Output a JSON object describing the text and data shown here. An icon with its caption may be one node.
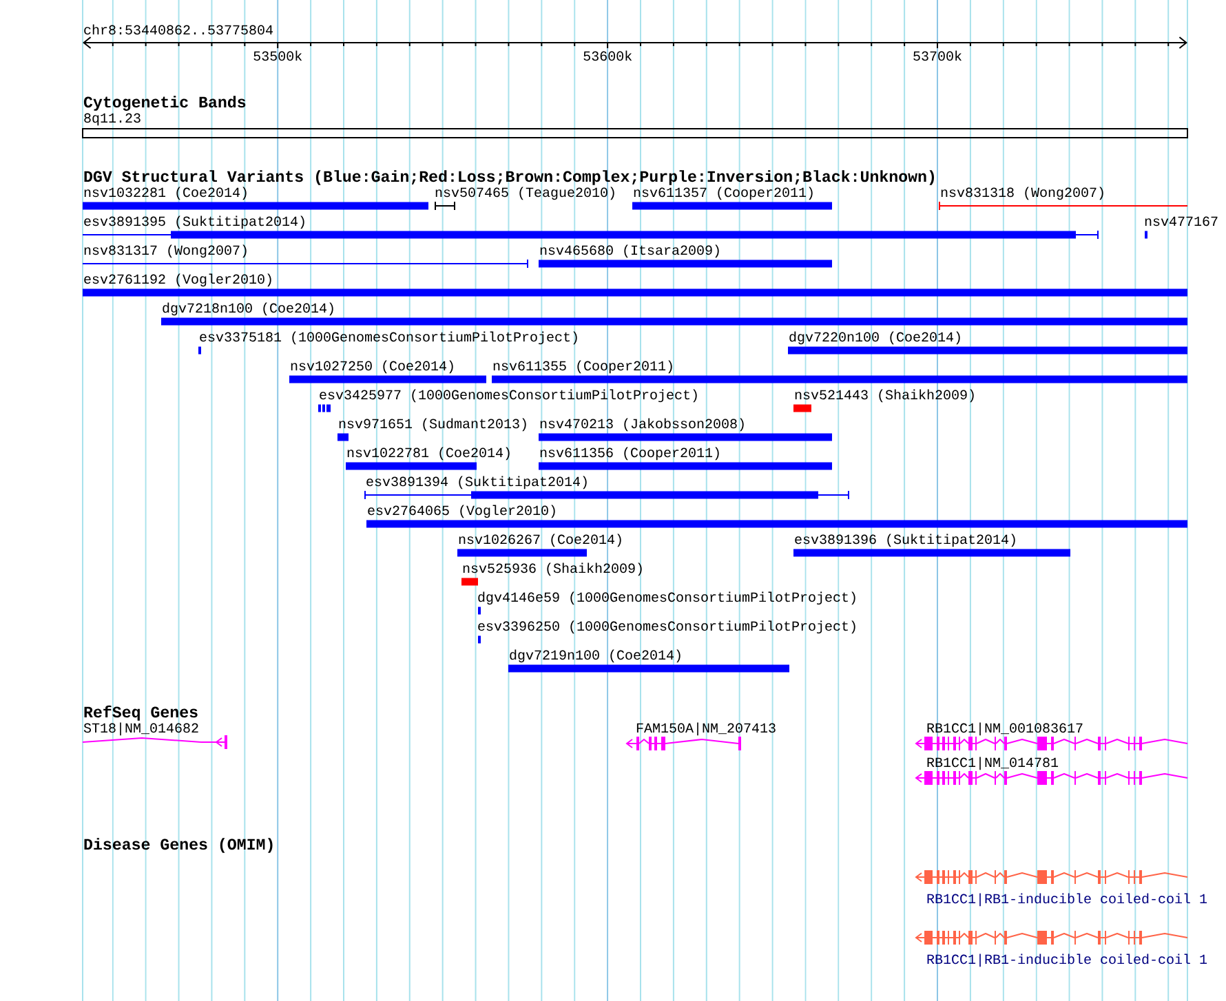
{
  "diagram": {
    "nodes": [
      {
        "text": [
          "8q11.23"
        ]
      },
      {
        "text": [
          "nsv1032281 (Coe2014)"
        ]
      },
      {
        "text": [
          "nsv507465 (Teague2010)"
        ]
      },
      {
        "text": [
          "nsv611357 (Cooper2011)"
        ]
      },
      {
        "text": [
          "nsv831318 (Wong2007)"
        ]
      },
      {
        "text": [
          "esv3891395 (Suktitipat2014)"
        ]
      },
      {
        "text": [
          "nsv477167"
        ]
      },
      {
        "text": [
          "nsv831317 (Wong2007)"
        ]
      },
      {
        "text": [
          "nsv465680 (Itsara2009)"
        ]
      },
      {
        "text": [
          "esv2761192 (Vogler2010)"
        ]
      },
      {
        "text": [
          "dgv7218n100 (Coe2014)"
        ]
      },
      {
        "text": [
          "esv3375181 (1000GenomesConsortiumPilotProject)"
        ]
      },
      {
        "text": [
          "dgv7220n100 (Coe2014)"
        ]
      },
      {
        "text": [
          "nsv1027250 (Coe2014)"
        ]
      },
      {
        "text": [
          "nsv611355 (Cooper2011)"
        ]
      },
      {
        "text": [
          "esv3425977 (1000GenomesConsortiumPilotProject)"
        ]
      },
      {
        "text": [
          "nsv521443 (Shaikh2009)"
        ]
      },
      {
        "text": [
          "nsv971651 (Sudmant2013)"
        ]
      },
      {
        "text": [
          "nsv470213 (Jakobsson2008)"
        ]
      },
      {
        "text": [
          "nsv1022781 (Coe2014)"
        ]
      },
      {
        "text": [
          "nsv611356 (Cooper2011)"
        ]
      },
      {
        "text": [
          "esv3891394 (Suktitipat2014)"
        ]
      },
      {
        "text": [
          "esv2764065 (Vogler2010)"
        ]
      },
      {
        "text": [
          "nsv1026267 (Coe2014)"
        ]
      },
      {
        "text": [
          "esv3891396 (Suktitipat2014)"
        ]
      },
      {
        "text": [
          "nsv525936 (Shaikh2009)"
        ]
      },
      {
        "text": [
          "dgv4146e59 (1000GenomesConsortiumPilotProject)"
        ]
      },
      {
        "text": [
          "esv3396250 (1000GenomesConsortiumPilotProject)"
        ]
      },
      {
        "text": [
          "dgv7219n100 (Coe2014)"
        ]
      },
      {
        "text": [
          "ST18|NM_014682"
        ]
      },
      {
        "text": [
          "FAM150A|NM_207413"
        ]
      },
      {
        "text": [
          "RB1CC1|NM_001083617"
        ]
      },
      {
        "text": [
          "RB1CC1|NM_014781"
        ]
      },
      {
        "text": [
          "RB1CC1|RB1-inducible coiled-coil 1"
        ]
      },
      {
        "text": [
          "RB1CC1|RB1-inducible coiled-coil 1"
        ]
      }
    ],
    "labels": [
      "chr8:53440862..53775804",
      "53500k",
      "53600k",
      "53700k",
      "Cytogenetic Bands",
      "DGV Structural Variants (Blue:Gain;Red:Loss;Brown:Complex;Purple:Inversion;Black:Unknown)",
      "RefSeq Genes",
      "Disease Genes (OMIM)"
    ]
  }
}
